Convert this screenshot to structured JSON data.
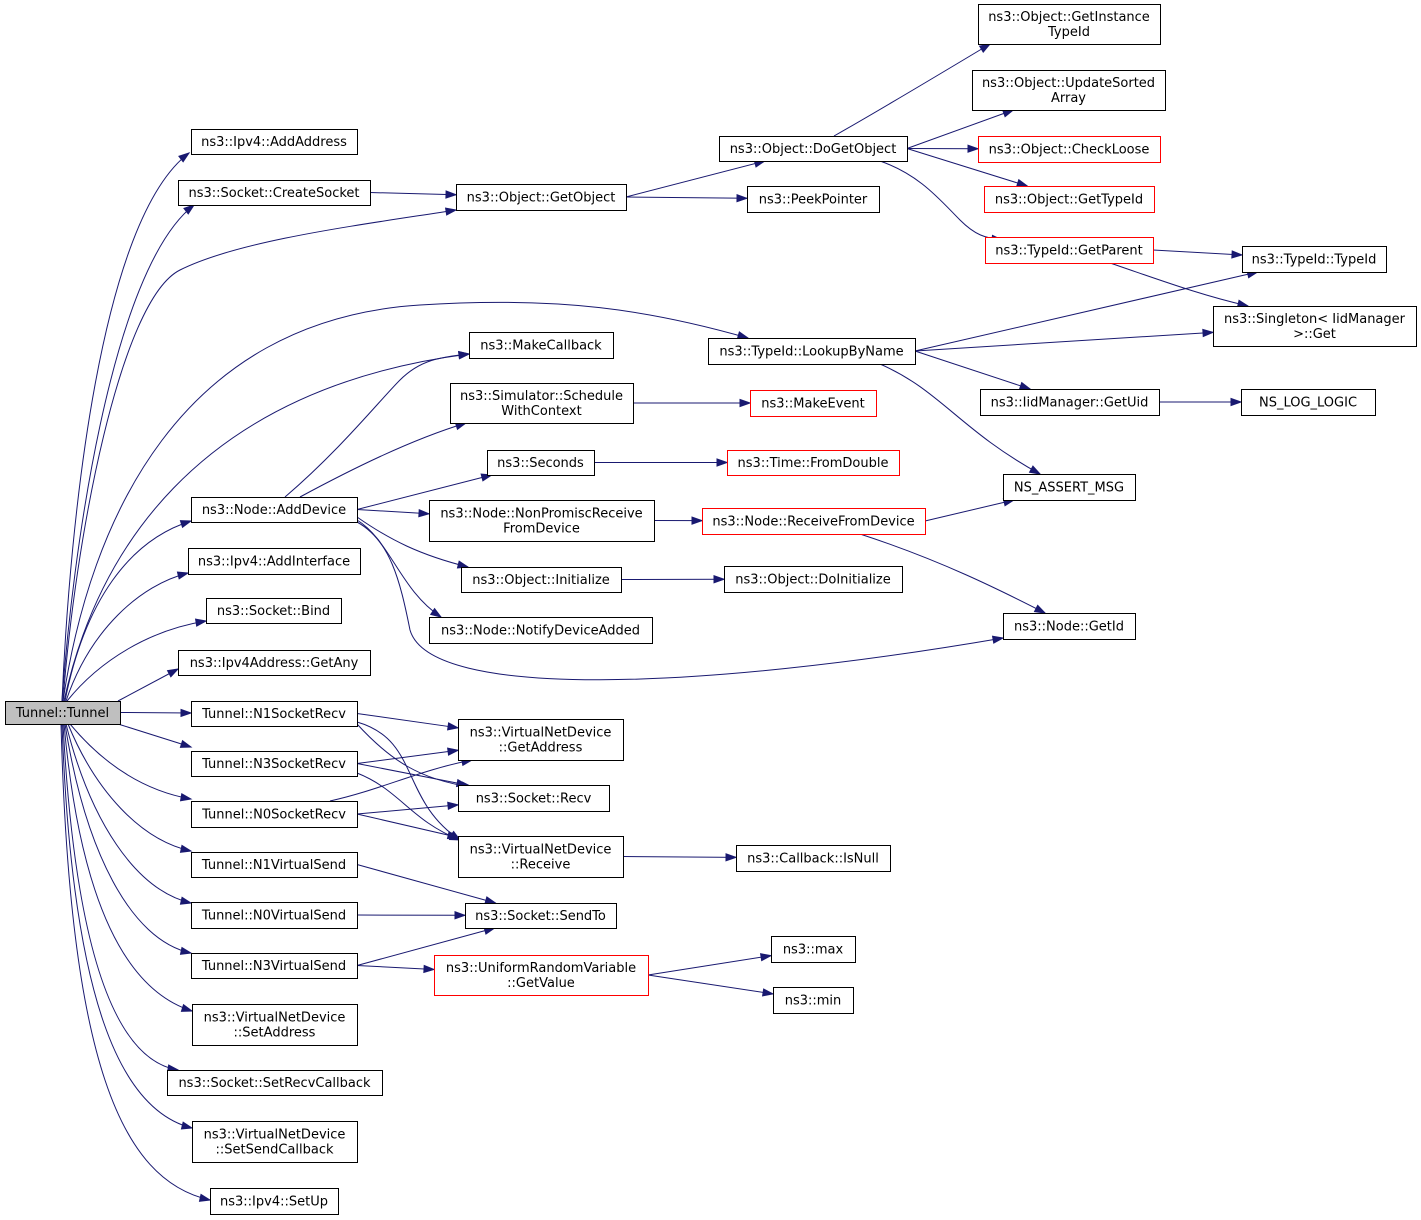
{
  "nodes": [
    {
      "id": "root",
      "lines": [
        "Tunnel::Tunnel"
      ]
    },
    {
      "id": "ipv4_addaddress",
      "lines": [
        "ns3::Ipv4::AddAddress"
      ]
    },
    {
      "id": "socket_createsocket",
      "lines": [
        "ns3::Socket::CreateSocket"
      ]
    },
    {
      "id": "object_getobject",
      "lines": [
        "ns3::Object::GetObject"
      ]
    },
    {
      "id": "object_dogetobject",
      "lines": [
        "ns3::Object::DoGetObject"
      ]
    },
    {
      "id": "peekpointer",
      "lines": [
        "ns3::PeekPointer"
      ]
    },
    {
      "id": "object_getinstancetypeid",
      "lines": [
        "ns3::Object::GetInstance",
        "TypeId"
      ]
    },
    {
      "id": "object_updatesortedarray",
      "lines": [
        "ns3::Object::UpdateSorted",
        "Array"
      ]
    },
    {
      "id": "object_checkloose",
      "lines": [
        "ns3::Object::CheckLoose"
      ]
    },
    {
      "id": "object_gettypeid",
      "lines": [
        "ns3::Object::GetTypeId"
      ]
    },
    {
      "id": "typeid_getparent",
      "lines": [
        "ns3::TypeId::GetParent"
      ]
    },
    {
      "id": "typeid_typeid",
      "lines": [
        "ns3::TypeId::TypeId"
      ]
    },
    {
      "id": "singleton_get",
      "lines": [
        "ns3::Singleton< IidManager",
        ">::Get"
      ]
    },
    {
      "id": "typeid_lookupbyname",
      "lines": [
        "ns3::TypeId::LookupByName"
      ]
    },
    {
      "id": "makecallback",
      "lines": [
        "ns3::MakeCallback"
      ]
    },
    {
      "id": "simulator_schedulewithcontext",
      "lines": [
        "ns3::Simulator::Schedule",
        "WithContext"
      ]
    },
    {
      "id": "makeevent",
      "lines": [
        "ns3::MakeEvent"
      ]
    },
    {
      "id": "iidmanager_getuid",
      "lines": [
        "ns3::IidManager::GetUid"
      ]
    },
    {
      "id": "ns_log_logic",
      "lines": [
        "NS_LOG_LOGIC"
      ]
    },
    {
      "id": "seconds",
      "lines": [
        "ns3::Seconds"
      ]
    },
    {
      "id": "time_fromdouble",
      "lines": [
        "ns3::Time::FromDouble"
      ]
    },
    {
      "id": "ns_assert_msg",
      "lines": [
        "NS_ASSERT_MSG"
      ]
    },
    {
      "id": "node_adddevice",
      "lines": [
        "ns3::Node::AddDevice"
      ]
    },
    {
      "id": "node_nonpromiscreceivefromdevice",
      "lines": [
        "ns3::Node::NonPromiscReceive",
        "FromDevice"
      ]
    },
    {
      "id": "node_receivefromdevice",
      "lines": [
        "ns3::Node::ReceiveFromDevice"
      ]
    },
    {
      "id": "ipv4_addinterface",
      "lines": [
        "ns3::Ipv4::AddInterface"
      ]
    },
    {
      "id": "object_initialize",
      "lines": [
        "ns3::Object::Initialize"
      ]
    },
    {
      "id": "object_doinitialize",
      "lines": [
        "ns3::Object::DoInitialize"
      ]
    },
    {
      "id": "socket_bind",
      "lines": [
        "ns3::Socket::Bind"
      ]
    },
    {
      "id": "node_notifydeviceadded",
      "lines": [
        "ns3::Node::NotifyDeviceAdded"
      ]
    },
    {
      "id": "node_getid",
      "lines": [
        "ns3::Node::GetId"
      ]
    },
    {
      "id": "ipv4address_getany",
      "lines": [
        "ns3::Ipv4Address::GetAny"
      ]
    },
    {
      "id": "tunnel_n1socketrecv",
      "lines": [
        "Tunnel::N1SocketRecv"
      ]
    },
    {
      "id": "vnd_getaddress",
      "lines": [
        "ns3::VirtualNetDevice",
        "::GetAddress"
      ]
    },
    {
      "id": "tunnel_n3socketrecv",
      "lines": [
        "Tunnel::N3SocketRecv"
      ]
    },
    {
      "id": "socket_recv",
      "lines": [
        "ns3::Socket::Recv"
      ]
    },
    {
      "id": "tunnel_n0socketrecv",
      "lines": [
        "Tunnel::N0SocketRecv"
      ]
    },
    {
      "id": "vnd_receive",
      "lines": [
        "ns3::VirtualNetDevice",
        "::Receive"
      ]
    },
    {
      "id": "callback_isnull",
      "lines": [
        "ns3::Callback::IsNull"
      ]
    },
    {
      "id": "tunnel_n1virtualsend",
      "lines": [
        "Tunnel::N1VirtualSend"
      ]
    },
    {
      "id": "tunnel_n0virtualsend",
      "lines": [
        "Tunnel::N0VirtualSend"
      ]
    },
    {
      "id": "socket_sendto",
      "lines": [
        "ns3::Socket::SendTo"
      ]
    },
    {
      "id": "tunnel_n3virtualsend",
      "lines": [
        "Tunnel::N3VirtualSend"
      ]
    },
    {
      "id": "urv_getvalue",
      "lines": [
        "ns3::UniformRandomVariable",
        "::GetValue"
      ]
    },
    {
      "id": "max",
      "lines": [
        "ns3::max"
      ]
    },
    {
      "id": "min",
      "lines": [
        "ns3::min"
      ]
    },
    {
      "id": "vnd_setaddress",
      "lines": [
        "ns3::VirtualNetDevice",
        "::SetAddress"
      ]
    },
    {
      "id": "socket_setrecvcallback",
      "lines": [
        "ns3::Socket::SetRecvCallback"
      ]
    },
    {
      "id": "vnd_setsendcallback",
      "lines": [
        "ns3::VirtualNetDevice",
        "::SetSendCallback"
      ]
    },
    {
      "id": "ipv4_setup",
      "lines": [
        "ns3::Ipv4::SetUp"
      ]
    }
  ],
  "edges": [
    [
      "root",
      "ipv4_addaddress"
    ],
    [
      "root",
      "socket_createsocket"
    ],
    [
      "root",
      "object_getobject"
    ],
    [
      "root",
      "typeid_lookupbyname"
    ],
    [
      "root",
      "makecallback"
    ],
    [
      "root",
      "node_adddevice"
    ],
    [
      "root",
      "ipv4_addinterface"
    ],
    [
      "root",
      "socket_bind"
    ],
    [
      "root",
      "ipv4address_getany"
    ],
    [
      "root",
      "tunnel_n1socketrecv"
    ],
    [
      "root",
      "tunnel_n3socketrecv"
    ],
    [
      "root",
      "tunnel_n0socketrecv"
    ],
    [
      "root",
      "tunnel_n1virtualsend"
    ],
    [
      "root",
      "tunnel_n0virtualsend"
    ],
    [
      "root",
      "tunnel_n3virtualsend"
    ],
    [
      "root",
      "vnd_setaddress"
    ],
    [
      "root",
      "socket_setrecvcallback"
    ],
    [
      "root",
      "vnd_setsendcallback"
    ],
    [
      "root",
      "ipv4_setup"
    ],
    [
      "socket_createsocket",
      "object_getobject"
    ],
    [
      "object_getobject",
      "object_dogetobject"
    ],
    [
      "object_getobject",
      "peekpointer"
    ],
    [
      "object_dogetobject",
      "object_getinstancetypeid"
    ],
    [
      "object_dogetobject",
      "object_updatesortedarray"
    ],
    [
      "object_dogetobject",
      "object_checkloose"
    ],
    [
      "object_dogetobject",
      "object_gettypeid"
    ],
    [
      "object_dogetobject",
      "typeid_getparent"
    ],
    [
      "typeid_getparent",
      "typeid_typeid"
    ],
    [
      "typeid_getparent",
      "singleton_get"
    ],
    [
      "typeid_lookupbyname",
      "typeid_typeid"
    ],
    [
      "typeid_lookupbyname",
      "singleton_get"
    ],
    [
      "typeid_lookupbyname",
      "iidmanager_getuid"
    ],
    [
      "typeid_lookupbyname",
      "ns_assert_msg"
    ],
    [
      "iidmanager_getuid",
      "ns_log_logic"
    ],
    [
      "simulator_schedulewithcontext",
      "makeevent"
    ],
    [
      "seconds",
      "time_fromdouble"
    ],
    [
      "node_adddevice",
      "makecallback"
    ],
    [
      "node_adddevice",
      "simulator_schedulewithcontext"
    ],
    [
      "node_adddevice",
      "seconds"
    ],
    [
      "node_adddevice",
      "node_nonpromiscreceivefromdevice"
    ],
    [
      "node_adddevice",
      "object_initialize"
    ],
    [
      "node_adddevice",
      "node_notifydeviceadded"
    ],
    [
      "node_adddevice",
      "node_getid"
    ],
    [
      "node_nonpromiscreceivefromdevice",
      "node_receivefromdevice"
    ],
    [
      "node_receivefromdevice",
      "ns_assert_msg"
    ],
    [
      "node_receivefromdevice",
      "node_getid"
    ],
    [
      "object_initialize",
      "object_doinitialize"
    ],
    [
      "tunnel_n1socketrecv",
      "vnd_getaddress"
    ],
    [
      "tunnel_n1socketrecv",
      "socket_recv"
    ],
    [
      "tunnel_n1socketrecv",
      "vnd_receive"
    ],
    [
      "tunnel_n3socketrecv",
      "vnd_getaddress"
    ],
    [
      "tunnel_n3socketrecv",
      "socket_recv"
    ],
    [
      "tunnel_n3socketrecv",
      "vnd_receive"
    ],
    [
      "tunnel_n0socketrecv",
      "vnd_getaddress"
    ],
    [
      "tunnel_n0socketrecv",
      "socket_recv"
    ],
    [
      "tunnel_n0socketrecv",
      "vnd_receive"
    ],
    [
      "vnd_receive",
      "callback_isnull"
    ],
    [
      "tunnel_n1virtualsend",
      "socket_sendto"
    ],
    [
      "tunnel_n0virtualsend",
      "socket_sendto"
    ],
    [
      "tunnel_n3virtualsend",
      "socket_sendto"
    ],
    [
      "tunnel_n3virtualsend",
      "urv_getvalue"
    ],
    [
      "urv_getvalue",
      "max"
    ],
    [
      "urv_getvalue",
      "min"
    ]
  ],
  "colors": {
    "edge": "#191970",
    "node_border": "#000000",
    "node_border_truncated": "#ff0000",
    "root_fill": "#bfbfbf",
    "node_fill": "#ffffff"
  }
}
